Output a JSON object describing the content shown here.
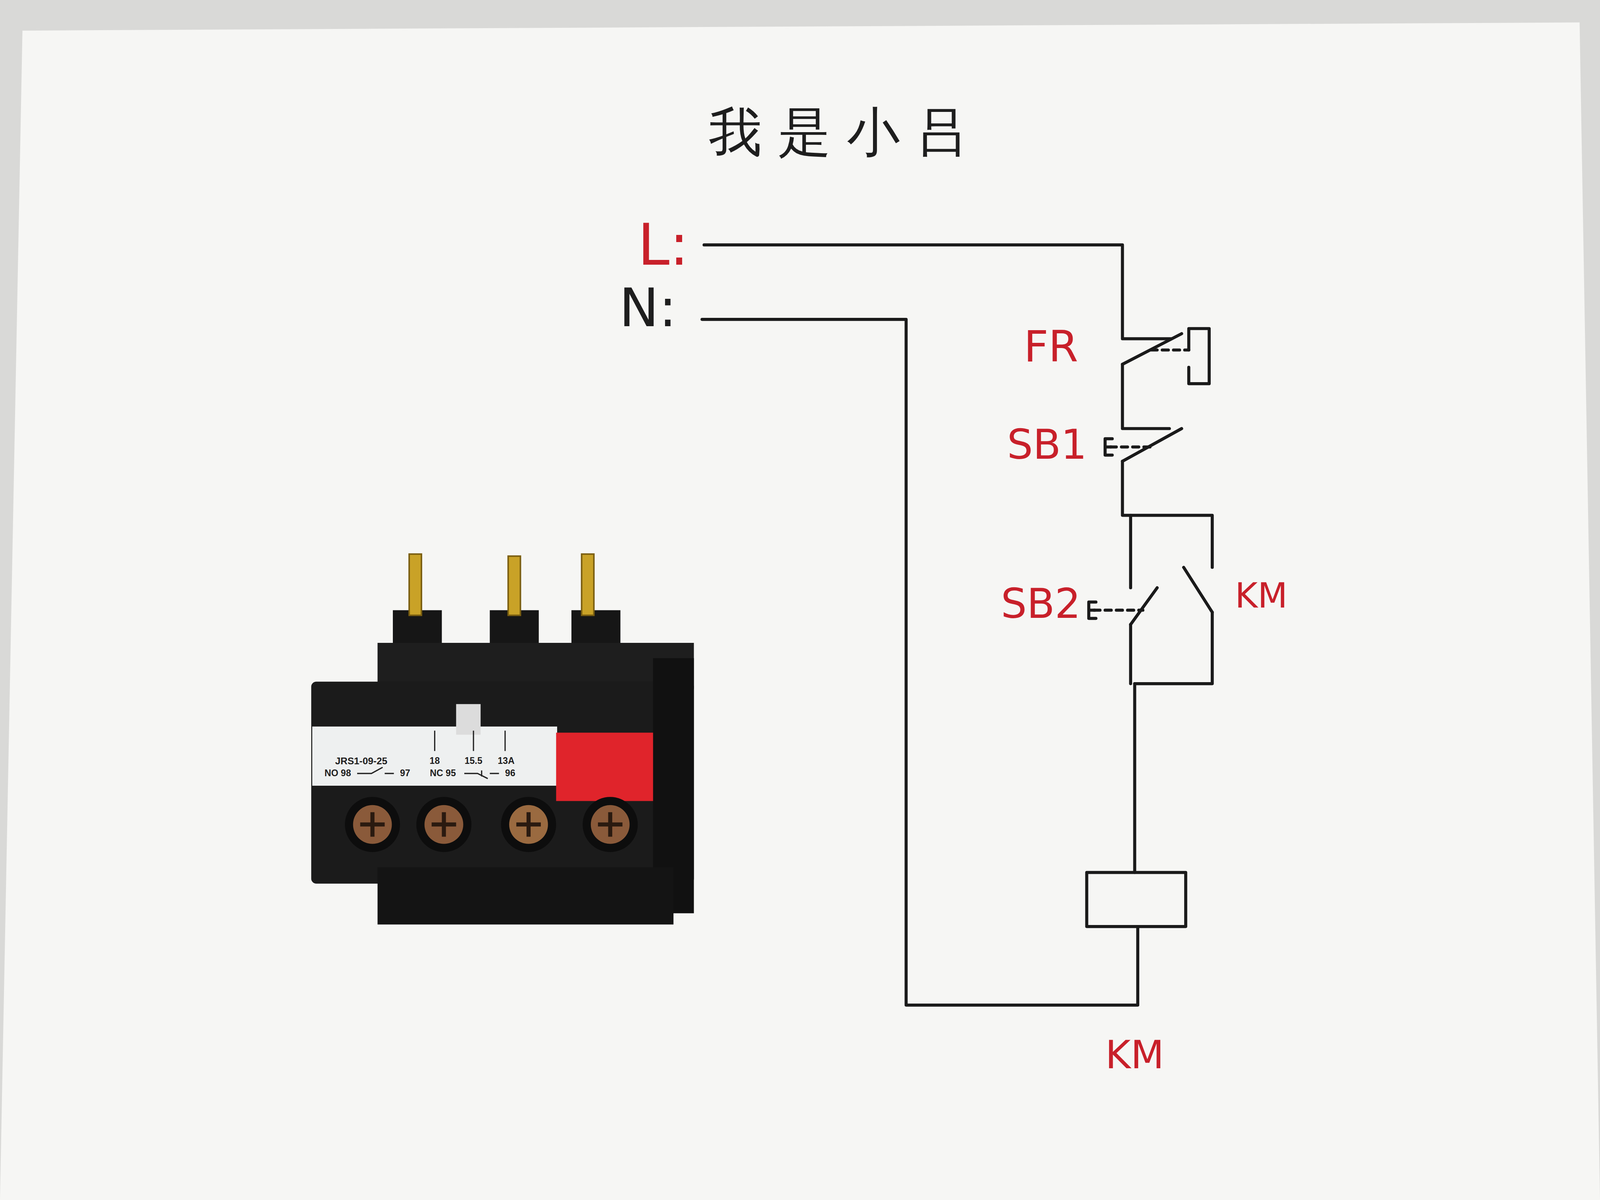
{
  "diagram": {
    "title": "我是小吕",
    "labels": [
      "L:",
      "N:",
      "FR",
      "SB1",
      "SB2",
      "KM",
      "KM",
      "JRS1-09-25",
      "18",
      "15.5",
      "13A",
      "NO 98",
      "97",
      "NC 95",
      "96"
    ]
  }
}
